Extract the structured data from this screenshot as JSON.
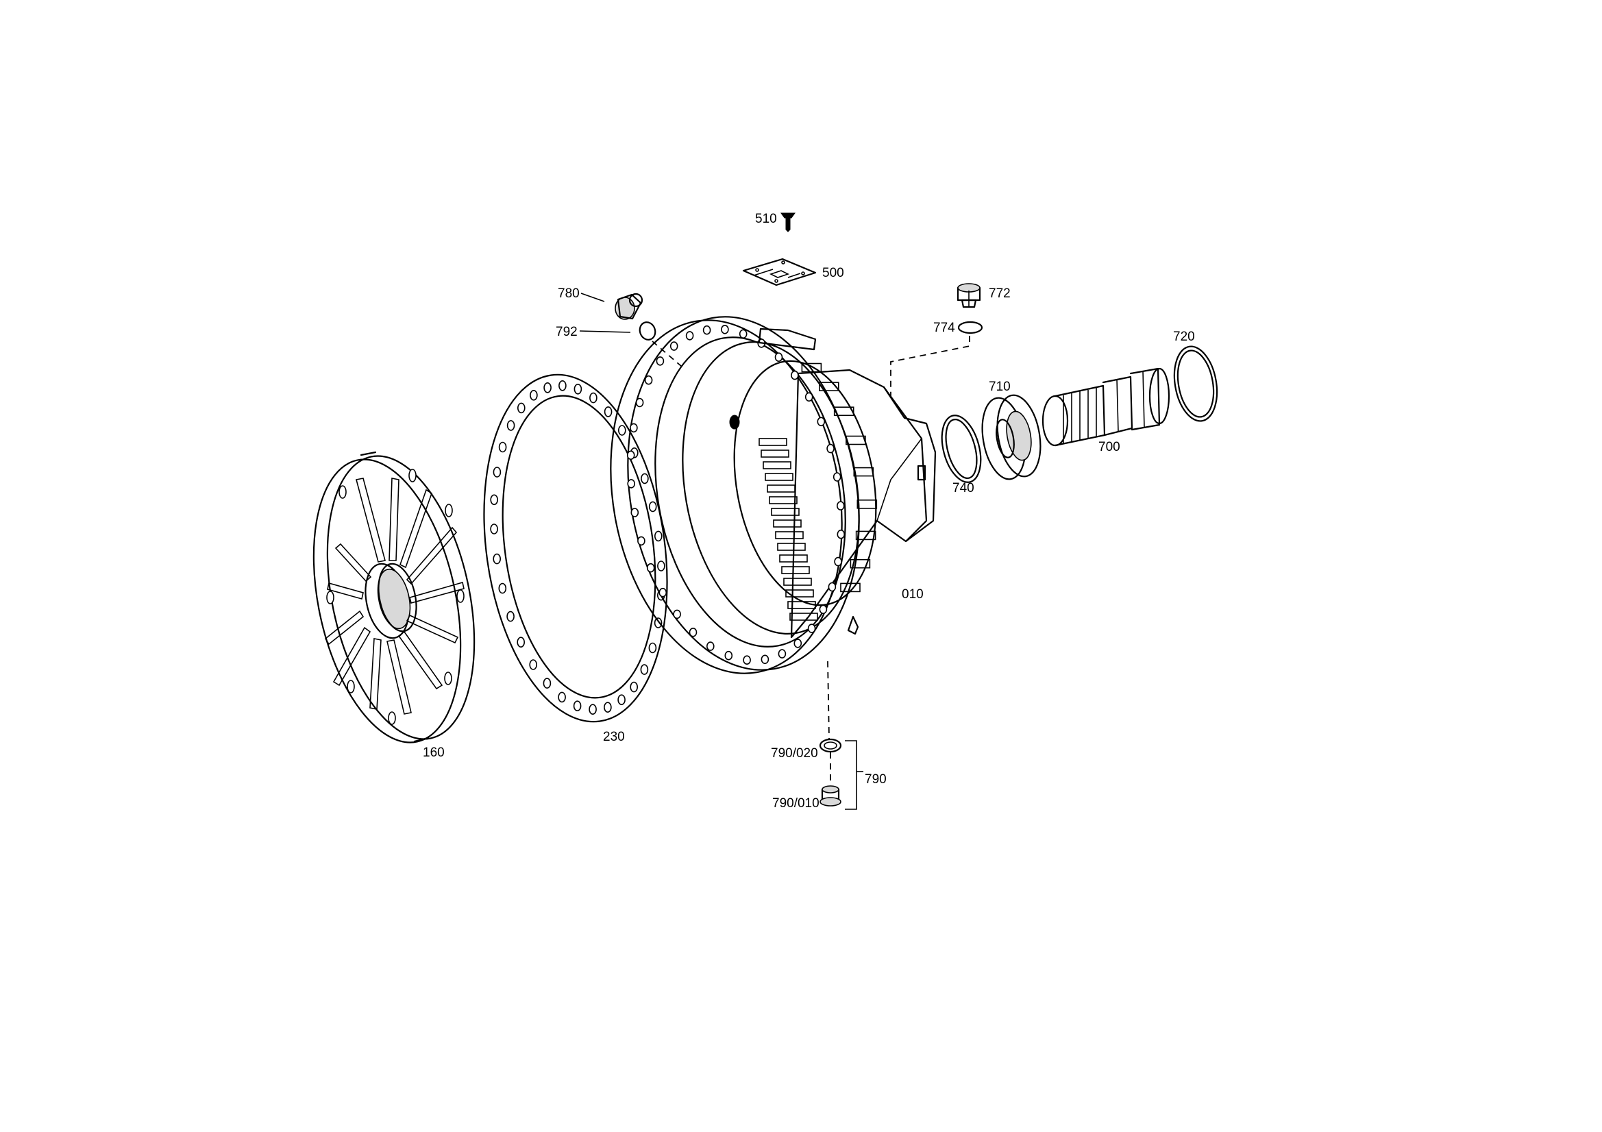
{
  "labels": {
    "p510": "510",
    "p500": "500",
    "p780": "780",
    "p792": "792",
    "p772": "772",
    "p774": "774",
    "p720": "720",
    "p710": "710",
    "p700": "700",
    "p740": "740",
    "p010": "010",
    "p160": "160",
    "p230": "230",
    "p790_020": "790/020",
    "p790": "790",
    "p790_010": "790/010"
  }
}
